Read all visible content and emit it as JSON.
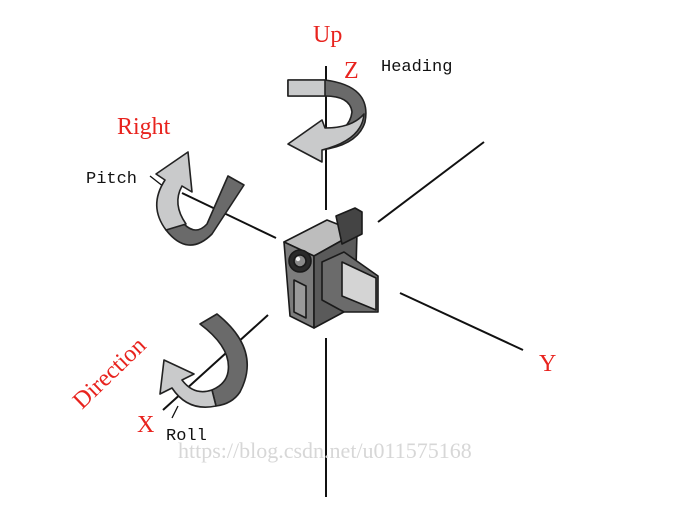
{
  "labels": {
    "up": "Up",
    "z": "Z",
    "heading": "Heading",
    "right": "Right",
    "pitch": "Pitch",
    "direction": "Direction",
    "x": "X",
    "roll": "Roll",
    "y": "Y"
  },
  "watermark": "https://blog.csdn.net/u011575168",
  "colors": {
    "label_red": "#e8231e",
    "text_black": "#111111",
    "arrow_light": "#c9cacb",
    "arrow_dark": "#6a6a6a",
    "axis_line": "#111111",
    "watermark": "#d7d7d7"
  },
  "icons": {
    "heading_arrow": "rotation-arrow-icon",
    "pitch_arrow": "rotation-arrow-icon",
    "roll_arrow": "rotation-arrow-icon",
    "camera": "camcorder-icon"
  }
}
